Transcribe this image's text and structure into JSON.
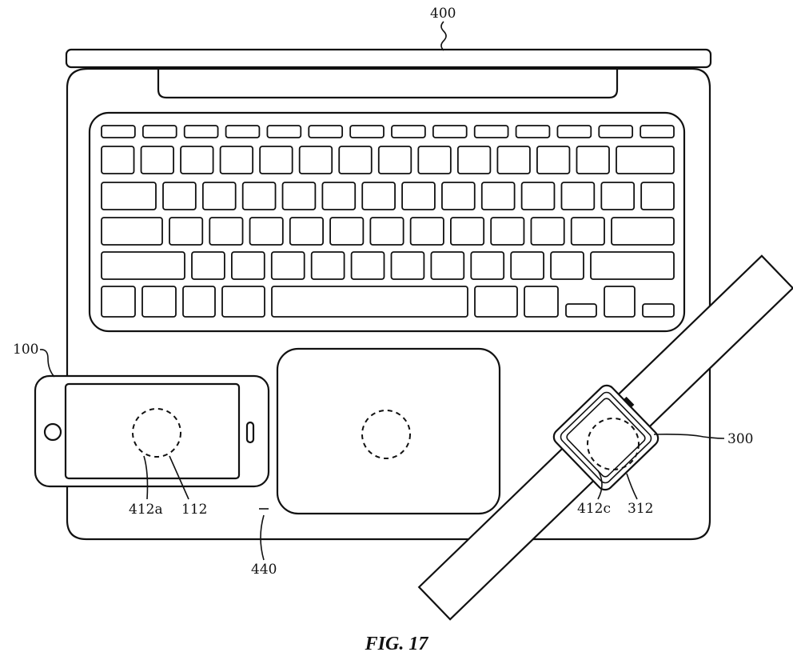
{
  "figure": {
    "caption": "FIG. 17",
    "labels": {
      "laptop": "400",
      "phone": "100",
      "phone_coil": "412a",
      "phone_receiver": "112",
      "housing": "440",
      "watch": "300",
      "watch_coil": "412c",
      "watch_receiver": "312"
    }
  }
}
